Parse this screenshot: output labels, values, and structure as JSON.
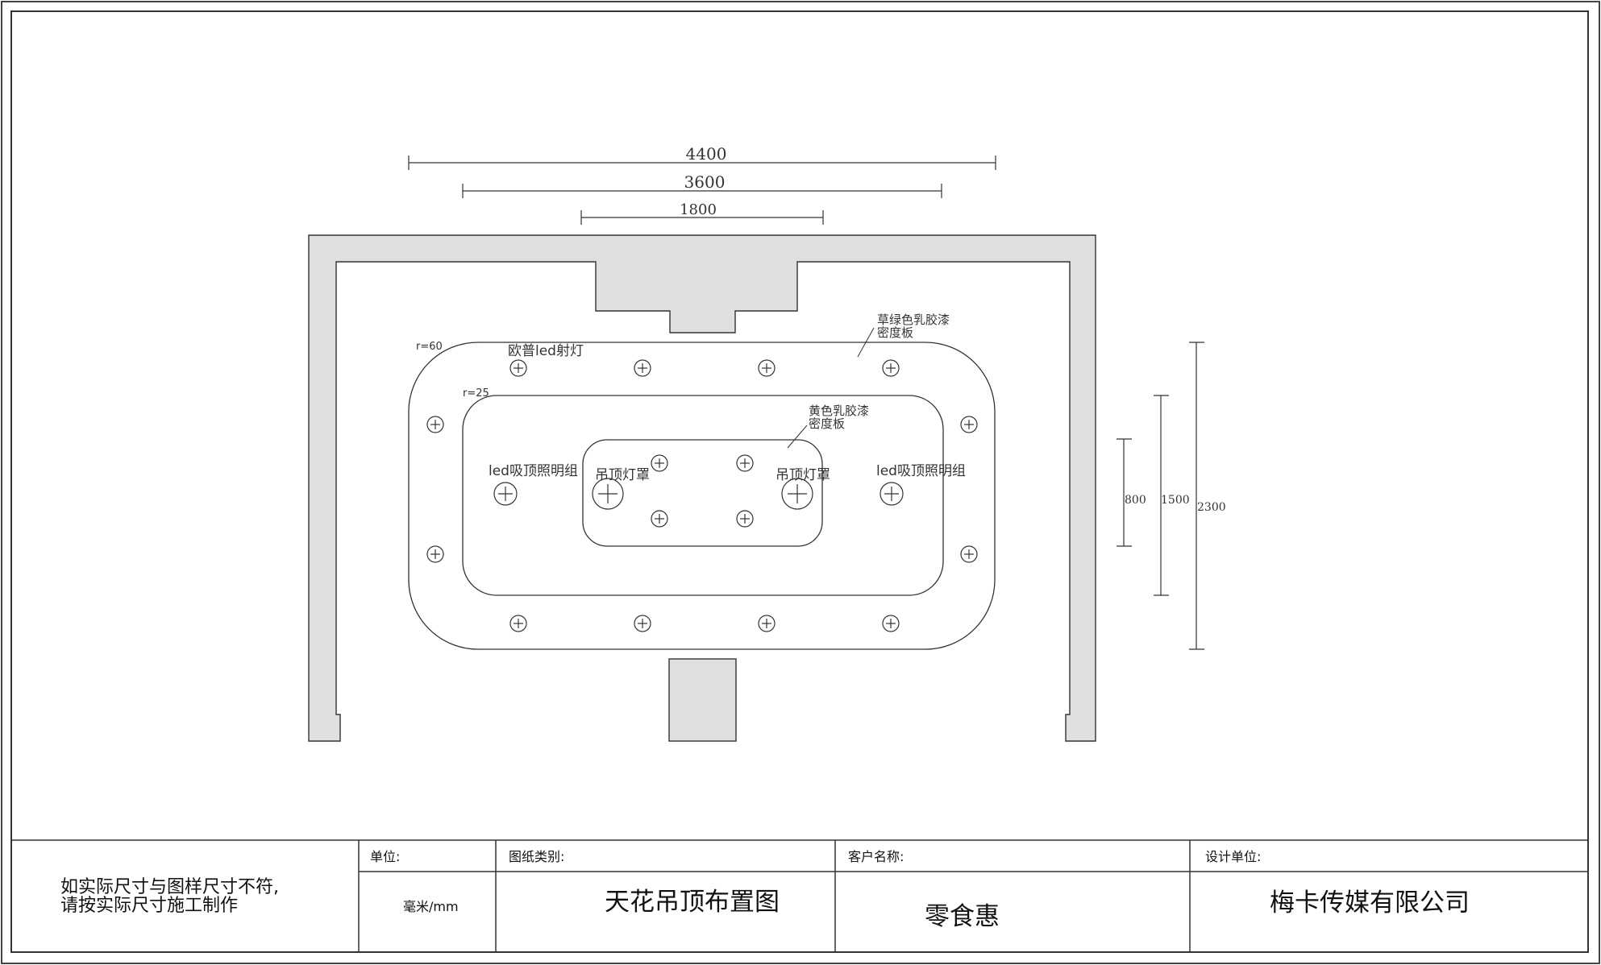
{
  "drawing": {
    "dimensions": {
      "top": [
        "4400",
        "3600",
        "1800"
      ],
      "right": [
        "800",
        "1500",
        "2300"
      ]
    },
    "radius_labels": {
      "outer": "r=60",
      "inner": "r=25"
    },
    "labels": {
      "spotlight": "欧普led射灯",
      "green_panel_line1": "草绿色乳胶漆",
      "green_panel_line2": "密度板",
      "yellow_panel_line1": "黄色乳胶漆",
      "yellow_panel_line2": "密度板",
      "ceiling_light_left": "led吸顶照明组",
      "ceiling_light_right": "led吸顶照明组",
      "pendant_left": "吊顶灯罩",
      "pendant_right": "吊顶灯罩"
    },
    "colors": {
      "wall_fill": "#e0e0e0",
      "line": "#333333"
    }
  },
  "title_block": {
    "note_line1": "如实际尺寸与图样尺寸不符,",
    "note_line2": "请按实际尺寸施工制作",
    "unit_header": "单位:",
    "unit_value": "毫米/mm",
    "drawing_type_header": "图纸类别:",
    "drawing_type_value": "天花吊顶布置图",
    "client_header": "客户名称:",
    "client_value": "零食惠",
    "designer_header": "设计单位:",
    "designer_value": "梅卡传媒有限公司"
  }
}
